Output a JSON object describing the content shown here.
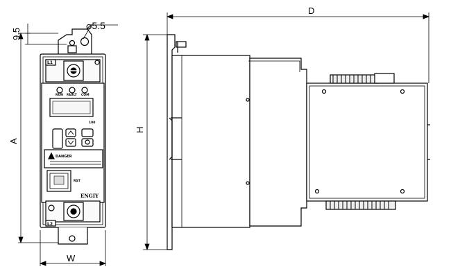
{
  "dimensions": {
    "hole_diameter": "⌀5.5",
    "tab_height": "9.5",
    "width": "W",
    "height_a": "A",
    "depth": "D",
    "height_h": "H"
  },
  "front_panel": {
    "top_terminal": "L1",
    "bottom_terminal": "L2",
    "led_labels": [
      "RUN",
      "FAULT",
      "COM"
    ],
    "right_small": "100",
    "warning_title": "DANGER",
    "port_label": "RST",
    "brand": "ENGIY"
  },
  "colors": {
    "line": "#000000",
    "fill": "#f2f2f2",
    "panel": "#ffffff",
    "dark": "#333333"
  }
}
